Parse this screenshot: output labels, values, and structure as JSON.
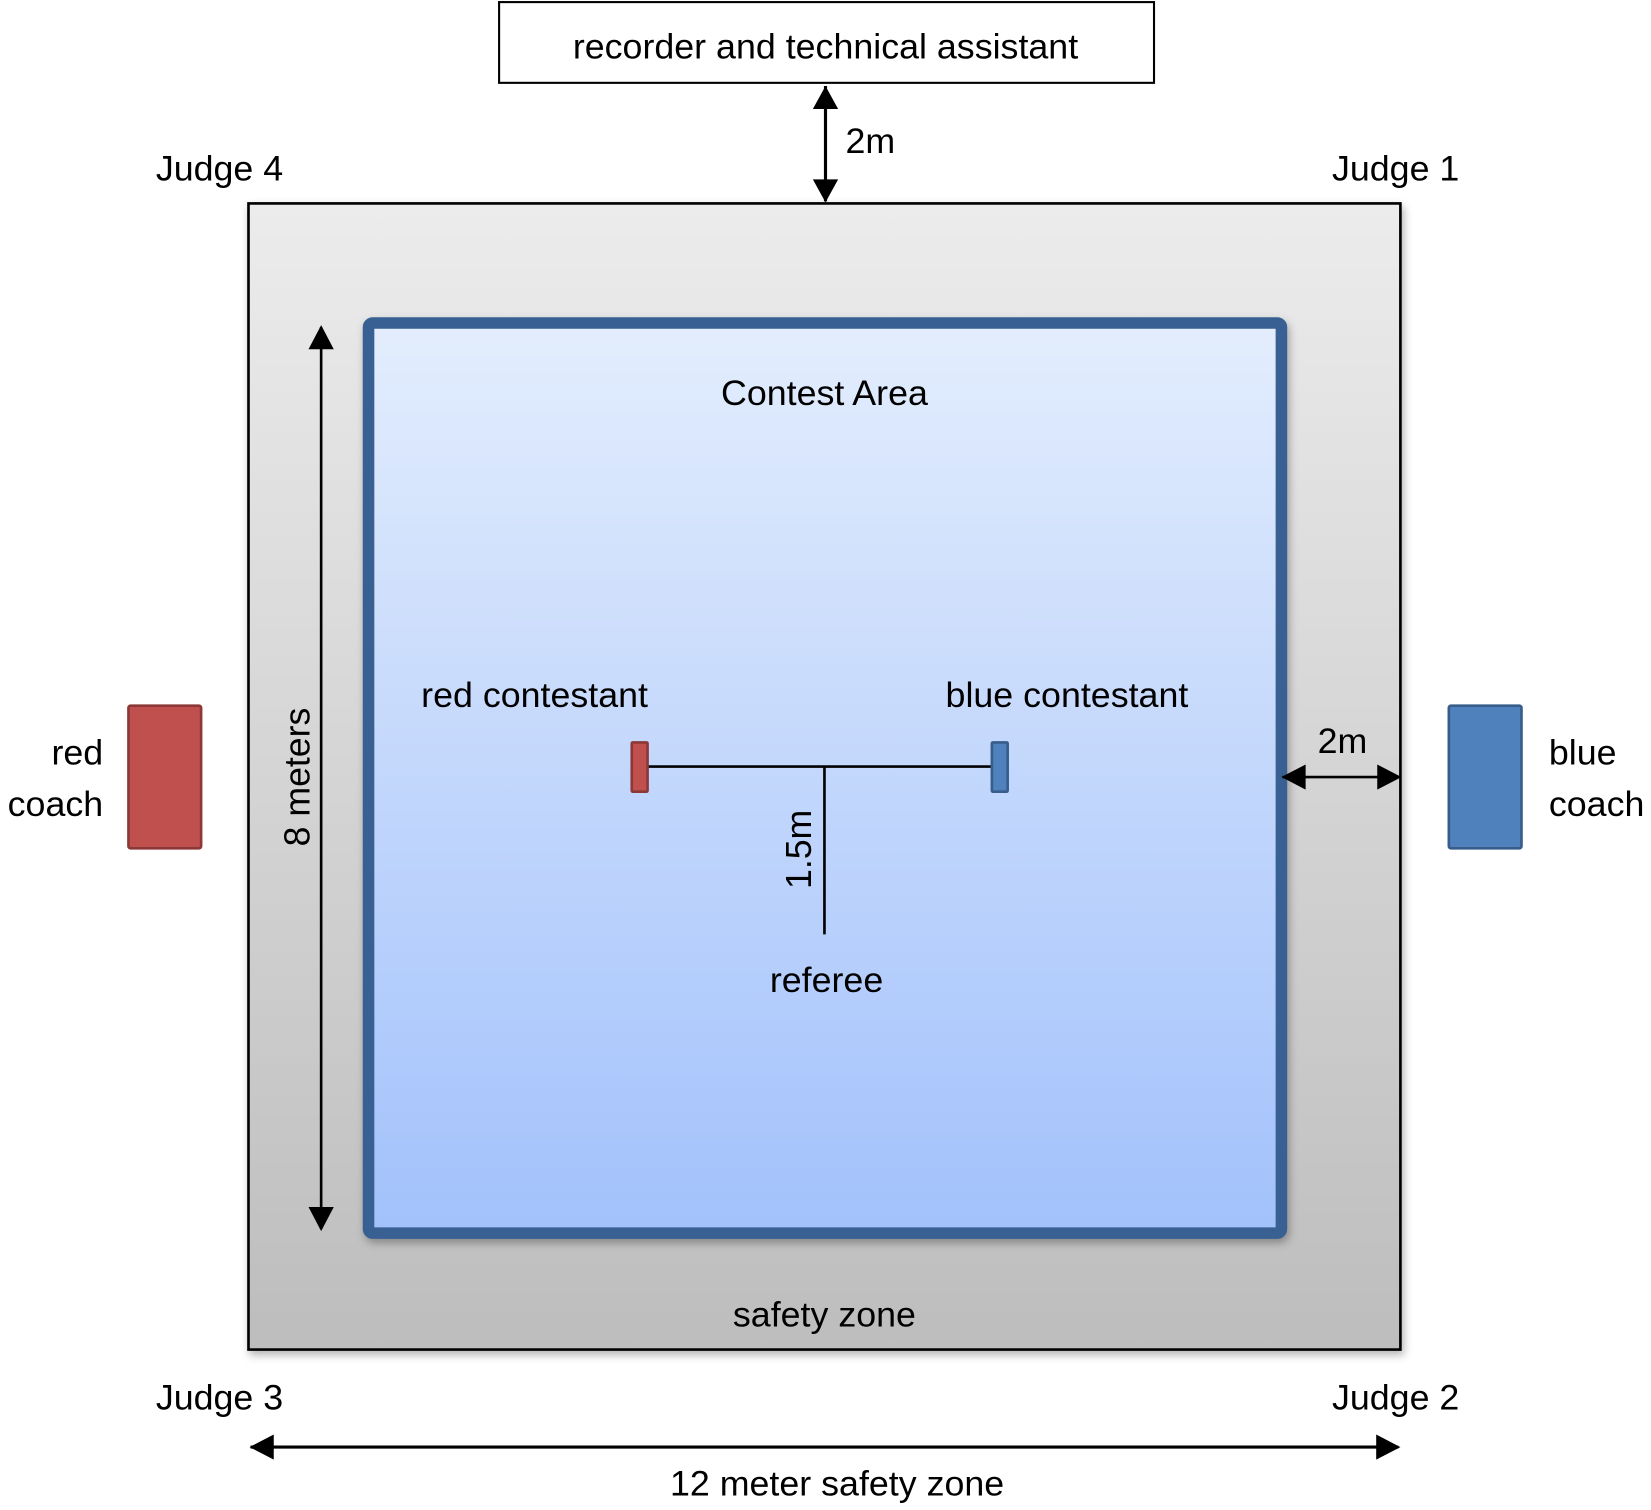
{
  "recorder_box": {
    "label": "recorder and technical assistant"
  },
  "judges": {
    "top_left": "Judge 4",
    "top_right": "Judge 1",
    "bottom_left": "Judge 3",
    "bottom_right": "Judge 2"
  },
  "dimensions": {
    "recorder_gap": "2m",
    "contest_height": "8 meters",
    "side_gap": "2m",
    "referee_offset": "1.5m",
    "total_width": "12 meter safety zone"
  },
  "zones": {
    "contest_area": "Contest Area",
    "safety_zone": "safety zone"
  },
  "participants": {
    "red_contestant": "red contestant",
    "blue_contestant": "blue contestant",
    "referee": "referee",
    "red_coach_line1": "red",
    "red_coach_line2": "coach",
    "blue_coach_line1": "blue",
    "blue_coach_line2": "coach"
  },
  "colors": {
    "red": "#c0504d",
    "red_border": "#8c3836",
    "blue": "#4f81bd",
    "blue_border": "#385d8a",
    "contest_border": "#376092",
    "contest_top": "#e3edfd",
    "contest_bottom": "#a2c1fb",
    "safety_top": "#ececec",
    "safety_bottom": "#bdbdbd"
  }
}
